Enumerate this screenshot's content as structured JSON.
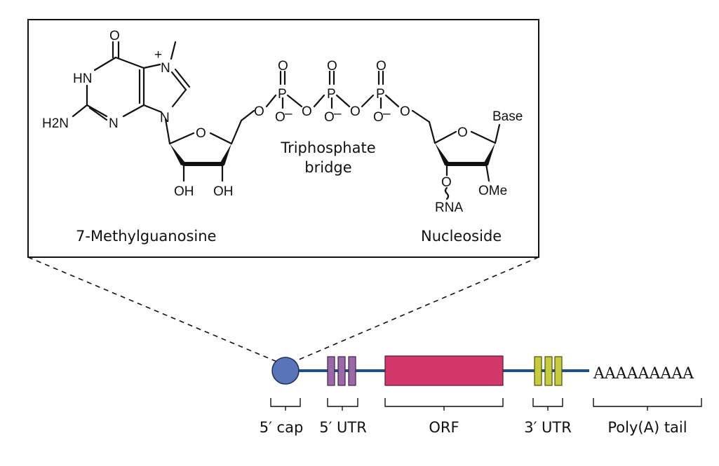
{
  "colors": {
    "strand": "#1d4e8c",
    "cap": "#5a74b8",
    "utr5": "#9b68a8",
    "orf": "#d2396a",
    "utr3": "#c7cc3c",
    "ink": "#111111"
  },
  "structure": {
    "atoms": {
      "o_top": "O",
      "hn": "HN",
      "h2n": "H2N",
      "n_ring1": "N",
      "n_methyl": "N",
      "plus": "+",
      "n9": "N",
      "ring_o1": "O",
      "oh1": "OH",
      "oh2": "OH",
      "o_bridge1": "O",
      "p1": "P",
      "o_p1_top": "O",
      "o_p1_bot": "O",
      "minus1": "–",
      "o_bridge2": "O",
      "p2": "P",
      "o_p2_top": "O",
      "o_p2_bot": "O",
      "minus2": "–",
      "o_bridge3": "O",
      "p3": "P",
      "o_p3_top": "O",
      "o_p3_bot": "O",
      "minus3": "–",
      "o_bridge4": "O",
      "ring_o2": "O",
      "base": "Base",
      "o3": "O",
      "rna": "RNA",
      "ome": "OMe"
    },
    "labels": {
      "methylguanosine": "7-Methylguanosine",
      "triphosphate_line1": "Triphosphate",
      "triphosphate_line2": "bridge",
      "nucleoside": "Nucleoside"
    }
  },
  "mrna": {
    "tail_sequence": "AAAAAAAAA",
    "labels": {
      "cap": "5′ cap",
      "utr5": "5′ UTR",
      "orf": "ORF",
      "utr3": "3′ UTR",
      "tail": "Poly(A) tail"
    }
  }
}
